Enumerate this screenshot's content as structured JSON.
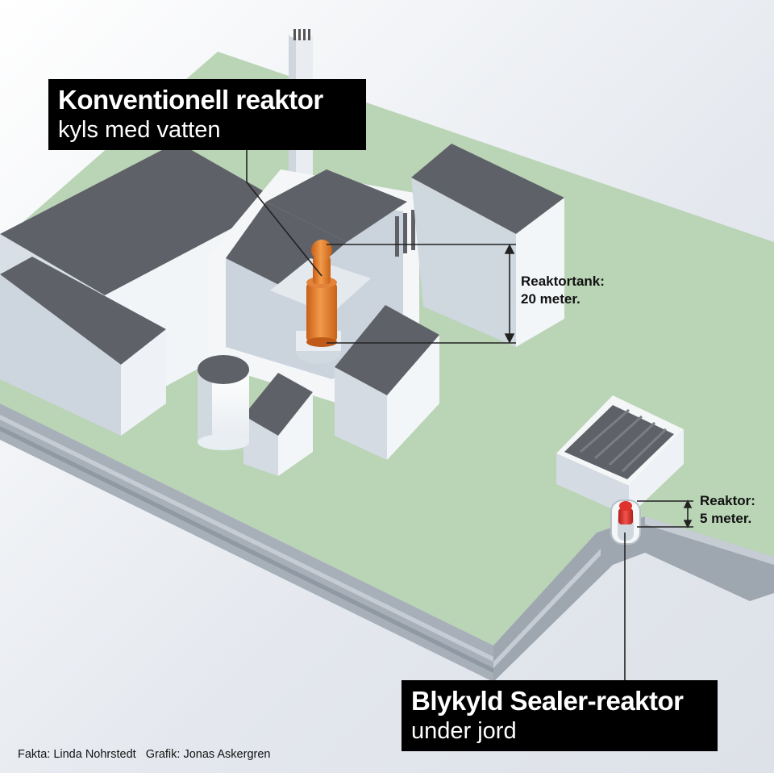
{
  "callouts": {
    "conventional": {
      "title": "Konventionell reaktor",
      "subtitle": "kyls med vatten"
    },
    "sealer": {
      "title": "Blykyld Sealer-reaktor",
      "subtitle": "under jord"
    }
  },
  "dimensions": {
    "tank": {
      "label": "Reaktortank:",
      "value": "20 meter."
    },
    "reactor": {
      "label": "Reaktor:",
      "value": "5 meter."
    }
  },
  "credits": {
    "facts": "Fakta: Linda Nohrstedt",
    "graphics": "Grafik: Jonas Askergren"
  },
  "colors": {
    "ground": "#b9d3b5",
    "roof": "#5f6168",
    "wall": "#f4f6f8",
    "wall_shade": "#c9d2db",
    "conventional_reactor": "#e07c2e",
    "sealer_reactor": "#e0322c",
    "callout_bg": "#000000"
  }
}
